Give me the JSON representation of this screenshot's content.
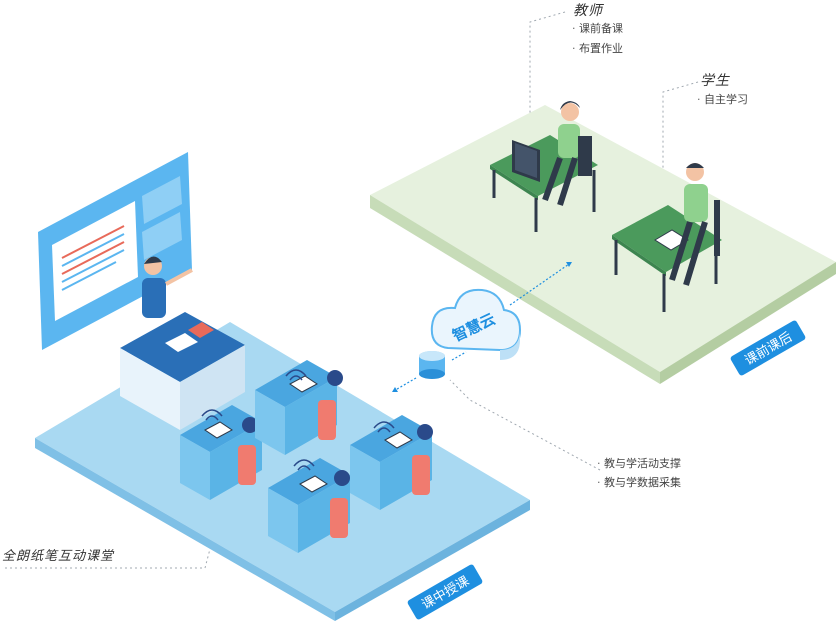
{
  "teacher": {
    "title": "教师",
    "items": [
      "课前备课",
      "布置作业"
    ]
  },
  "student": {
    "title": "学生",
    "items": [
      "自主学习"
    ]
  },
  "cloud": {
    "label": "智慧云"
  },
  "support": {
    "items": [
      "教与学活动支撑",
      "教与学数据采集"
    ]
  },
  "classroom": {
    "title": "全朗纸笔互动课堂"
  },
  "tags": {
    "in_class": "课中授课",
    "pre_post": "课前课后"
  },
  "colors": {
    "blue": "#1e8fe0",
    "green_platform": "#e4f0dc",
    "blue_platform": "#a8d8f2",
    "dotted": "#9aa6b2"
  }
}
